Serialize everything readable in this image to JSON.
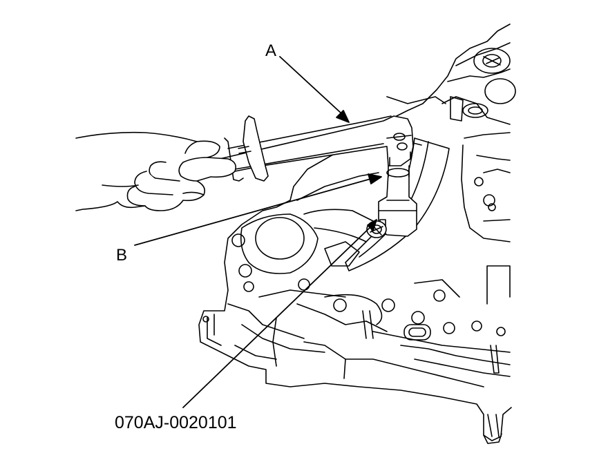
{
  "callouts": {
    "a": "A",
    "b": "B"
  },
  "part_number": "070AJ-0020101",
  "colors": {
    "line": "#000000",
    "fill": "#ffffff"
  },
  "icons": {
    "hand": "hand-icon",
    "torque_wrench": "torque-wrench-icon",
    "socket": "socket-icon",
    "housing": "transmission-housing-icon"
  }
}
